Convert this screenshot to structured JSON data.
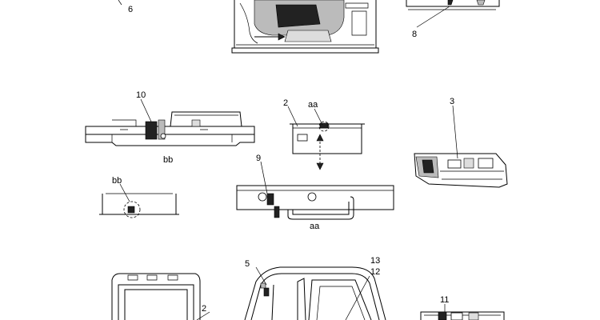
{
  "callouts": {
    "c6": "6",
    "c8": "8",
    "c10": "10",
    "c2_top": "2",
    "c_aa_top": "aa",
    "c3": "3",
    "c_bb_label": "bb",
    "c_bb_detail": "bb",
    "c9": "9",
    "c_aa_bottom": "aa",
    "c5": "5",
    "c13": "13",
    "c12": "12",
    "c2_bottom": "2",
    "c11": "11"
  }
}
